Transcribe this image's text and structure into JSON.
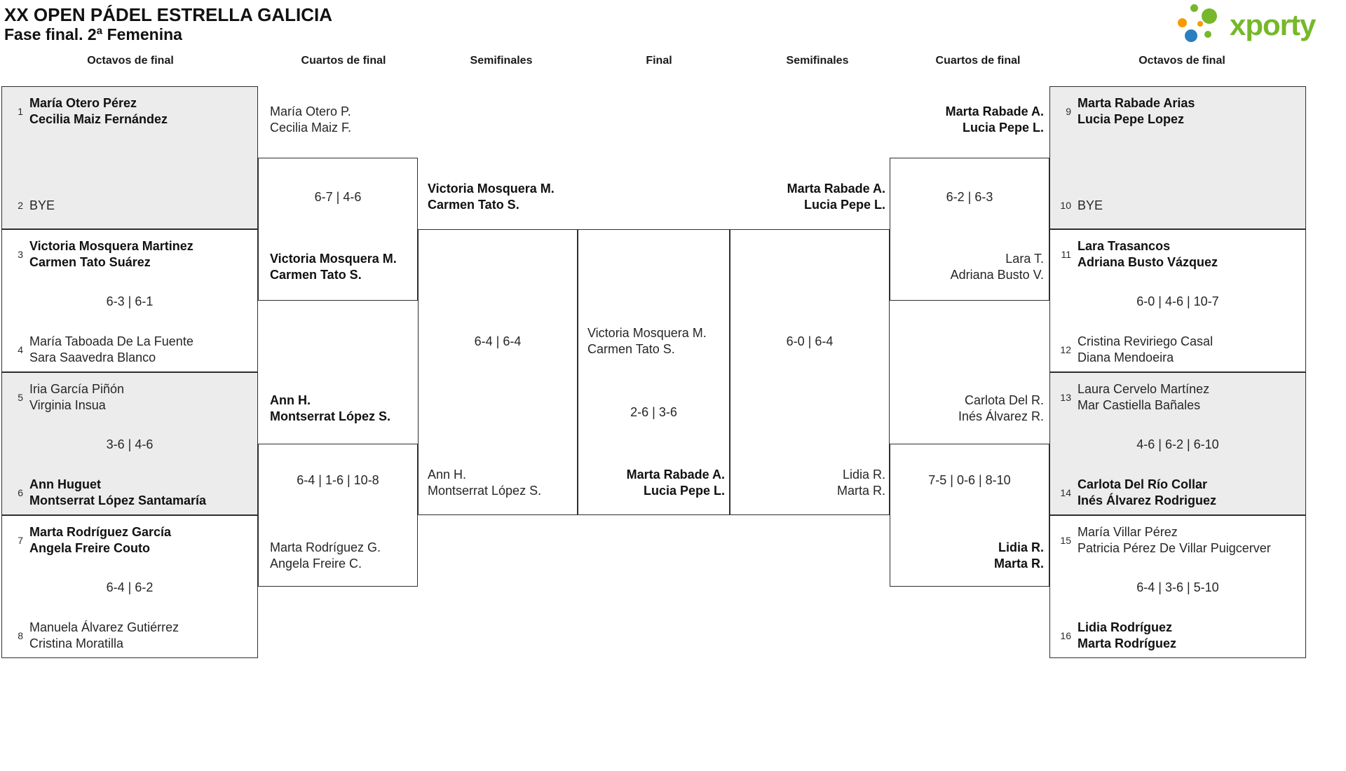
{
  "title": "XX OPEN PÁDEL ESTRELLA GALICIA",
  "subtitle": "Fase final. 2ª Femenina",
  "logo": {
    "text": "xporty"
  },
  "colors": {
    "accent_green": "#76b82a",
    "accent_blue": "#2a7fc1",
    "accent_orange": "#f59c00",
    "box_gray": "#ececec",
    "line": "#2e2e2e"
  },
  "round_headers": [
    "Octavos de final",
    "Cuartos de final",
    "Semifinales",
    "Final",
    "Semifinales",
    "Cuartos de final",
    "Octavos de final"
  ],
  "r16": [
    {
      "seed_top": "1",
      "team_top": [
        "María Otero Pérez",
        "Cecilia Maiz Fernández"
      ],
      "score": "",
      "seed_bottom": "2",
      "team_bottom": [
        "BYE"
      ],
      "winner": "top"
    },
    {
      "seed_top": "3",
      "team_top": [
        "Victoria Mosquera Martinez",
        "Carmen Tato Suárez"
      ],
      "score": "6-3 | 6-1",
      "seed_bottom": "4",
      "team_bottom": [
        "María Taboada De La Fuente",
        "Sara Saavedra Blanco"
      ],
      "winner": "top"
    },
    {
      "seed_top": "5",
      "team_top": [
        "Iria García Piñón",
        "Virginia Insua"
      ],
      "score": "3-6 | 4-6",
      "seed_bottom": "6",
      "team_bottom": [
        "Ann Huguet",
        "Montserrat López Santamaría"
      ],
      "winner": "bottom"
    },
    {
      "seed_top": "7",
      "team_top": [
        "Marta Rodríguez García",
        "Angela Freire Couto"
      ],
      "score": "6-4 | 6-2",
      "seed_bottom": "8",
      "team_bottom": [
        "Manuela Álvarez Gutiérrez",
        "Cristina Moratilla"
      ],
      "winner": "top"
    },
    {
      "seed_top": "9",
      "team_top": [
        "Marta Rabade Arias",
        "Lucia Pepe Lopez"
      ],
      "score": "",
      "seed_bottom": "10",
      "team_bottom": [
        "BYE"
      ],
      "winner": "top"
    },
    {
      "seed_top": "11",
      "team_top": [
        "Lara Trasancos",
        "Adriana Busto Vázquez"
      ],
      "score": "6-0 | 4-6 | 10-7",
      "seed_bottom": "12",
      "team_bottom": [
        "Cristina Reviriego Casal",
        "Diana Mendoeira"
      ],
      "winner": "top"
    },
    {
      "seed_top": "13",
      "team_top": [
        "Laura Cervelo Martínez",
        "Mar Castiella Bañales"
      ],
      "score": "4-6 | 6-2 | 6-10",
      "seed_bottom": "14",
      "team_bottom": [
        "Carlota Del Río Collar",
        "Inés Álvarez Rodriguez"
      ],
      "winner": "bottom"
    },
    {
      "seed_top": "15",
      "team_top": [
        "María Villar Pérez",
        "Patricia Pérez De Villar Puigcerver"
      ],
      "score": "6-4 | 3-6 | 5-10",
      "seed_bottom": "16",
      "team_bottom": [
        "Lidia Rodríguez",
        "Marta Rodríguez"
      ],
      "winner": "bottom"
    }
  ],
  "quarterfinals": [
    {
      "team_top": [
        "María Otero P.",
        "Cecilia Maiz F."
      ],
      "score": "6-7 | 4-6",
      "team_bottom": [
        "Victoria Mosquera M.",
        "Carmen Tato S."
      ],
      "winner": "bottom"
    },
    {
      "team_top": [
        "Ann H.",
        "Montserrat López S."
      ],
      "score": "6-4 | 1-6 | 10-8",
      "team_bottom": [
        "Marta Rodríguez G.",
        "Angela Freire C."
      ],
      "winner": "top"
    },
    {
      "team_top": [
        "Marta Rabade A.",
        "Lucia Pepe L."
      ],
      "score": "6-2 | 6-3",
      "team_bottom": [
        "Lara T.",
        "Adriana Busto V."
      ],
      "winner": "top"
    },
    {
      "team_top": [
        "Carlota Del R.",
        "Inés Álvarez R."
      ],
      "score": "7-5 | 0-6 | 8-10",
      "team_bottom": [
        "Lidia R.",
        "Marta R."
      ],
      "winner": "bottom"
    }
  ],
  "semifinals": [
    {
      "team_top": [
        "Victoria Mosquera M.",
        "Carmen Tato S."
      ],
      "score": "6-4 | 6-4",
      "team_bottom": [
        "Ann H.",
        "Montserrat López S."
      ],
      "winner": "top"
    },
    {
      "team_top": [
        "Marta Rabade A.",
        "Lucia Pepe L."
      ],
      "score": "6-0 | 6-4",
      "team_bottom": [
        "Lidia R.",
        "Marta R."
      ],
      "winner": "top"
    }
  ],
  "final": {
    "team_top": [
      "Victoria Mosquera M.",
      "Carmen Tato S."
    ],
    "score": "2-6 | 3-6",
    "team_bottom": [
      "Marta Rabade A.",
      "Lucia Pepe L."
    ],
    "winner": "bottom"
  }
}
